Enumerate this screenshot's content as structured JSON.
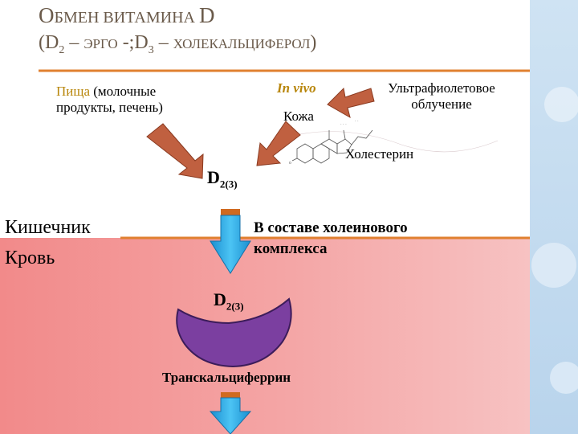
{
  "title": {
    "line1_cap": "О",
    "line1_rest": "БМЕН ВИТАМИНА ",
    "line1_d": "D",
    "line2_open": "(D",
    "line2_sub1": "2",
    "line2_mid1": " – ",
    "line2_ergo": "ЭРГО",
    "line2_sep": " -;D",
    "line2_sub2": "3",
    "line2_mid2": " – ",
    "line2_chol": "ХОЛЕКАЛЬЦИФЕРОЛ",
    "line2_close": ")"
  },
  "food": {
    "word": "Пища",
    "rest_line1": " (молочные",
    "line2": "продукты, печень)"
  },
  "in_vivo": "In vivo",
  "skin": "Кожа",
  "uv": {
    "line1": "Ультрафиолетовое",
    "line2": "облучение"
  },
  "cholesterol": "Холестерин",
  "d_top": {
    "main": "D",
    "sub": "2(3)"
  },
  "intestine": "Кишечник",
  "blood": "Кровь",
  "complex": {
    "line1": "В составе холеинового",
    "line2": "комплекса"
  },
  "d_blood": {
    "main": "D",
    "sub": "2(3)"
  },
  "transcalciferrin": "Транскальциферрин",
  "colors": {
    "title": "#6a5a4a",
    "food_word": "#b8860b",
    "in_vivo": "#b8860b",
    "divider": "#e08030",
    "blood_region": "#f29a9a",
    "down_arrow": "#29a8e0",
    "diag_arrow": "#c06040",
    "bowl": "#7b3fa0"
  }
}
